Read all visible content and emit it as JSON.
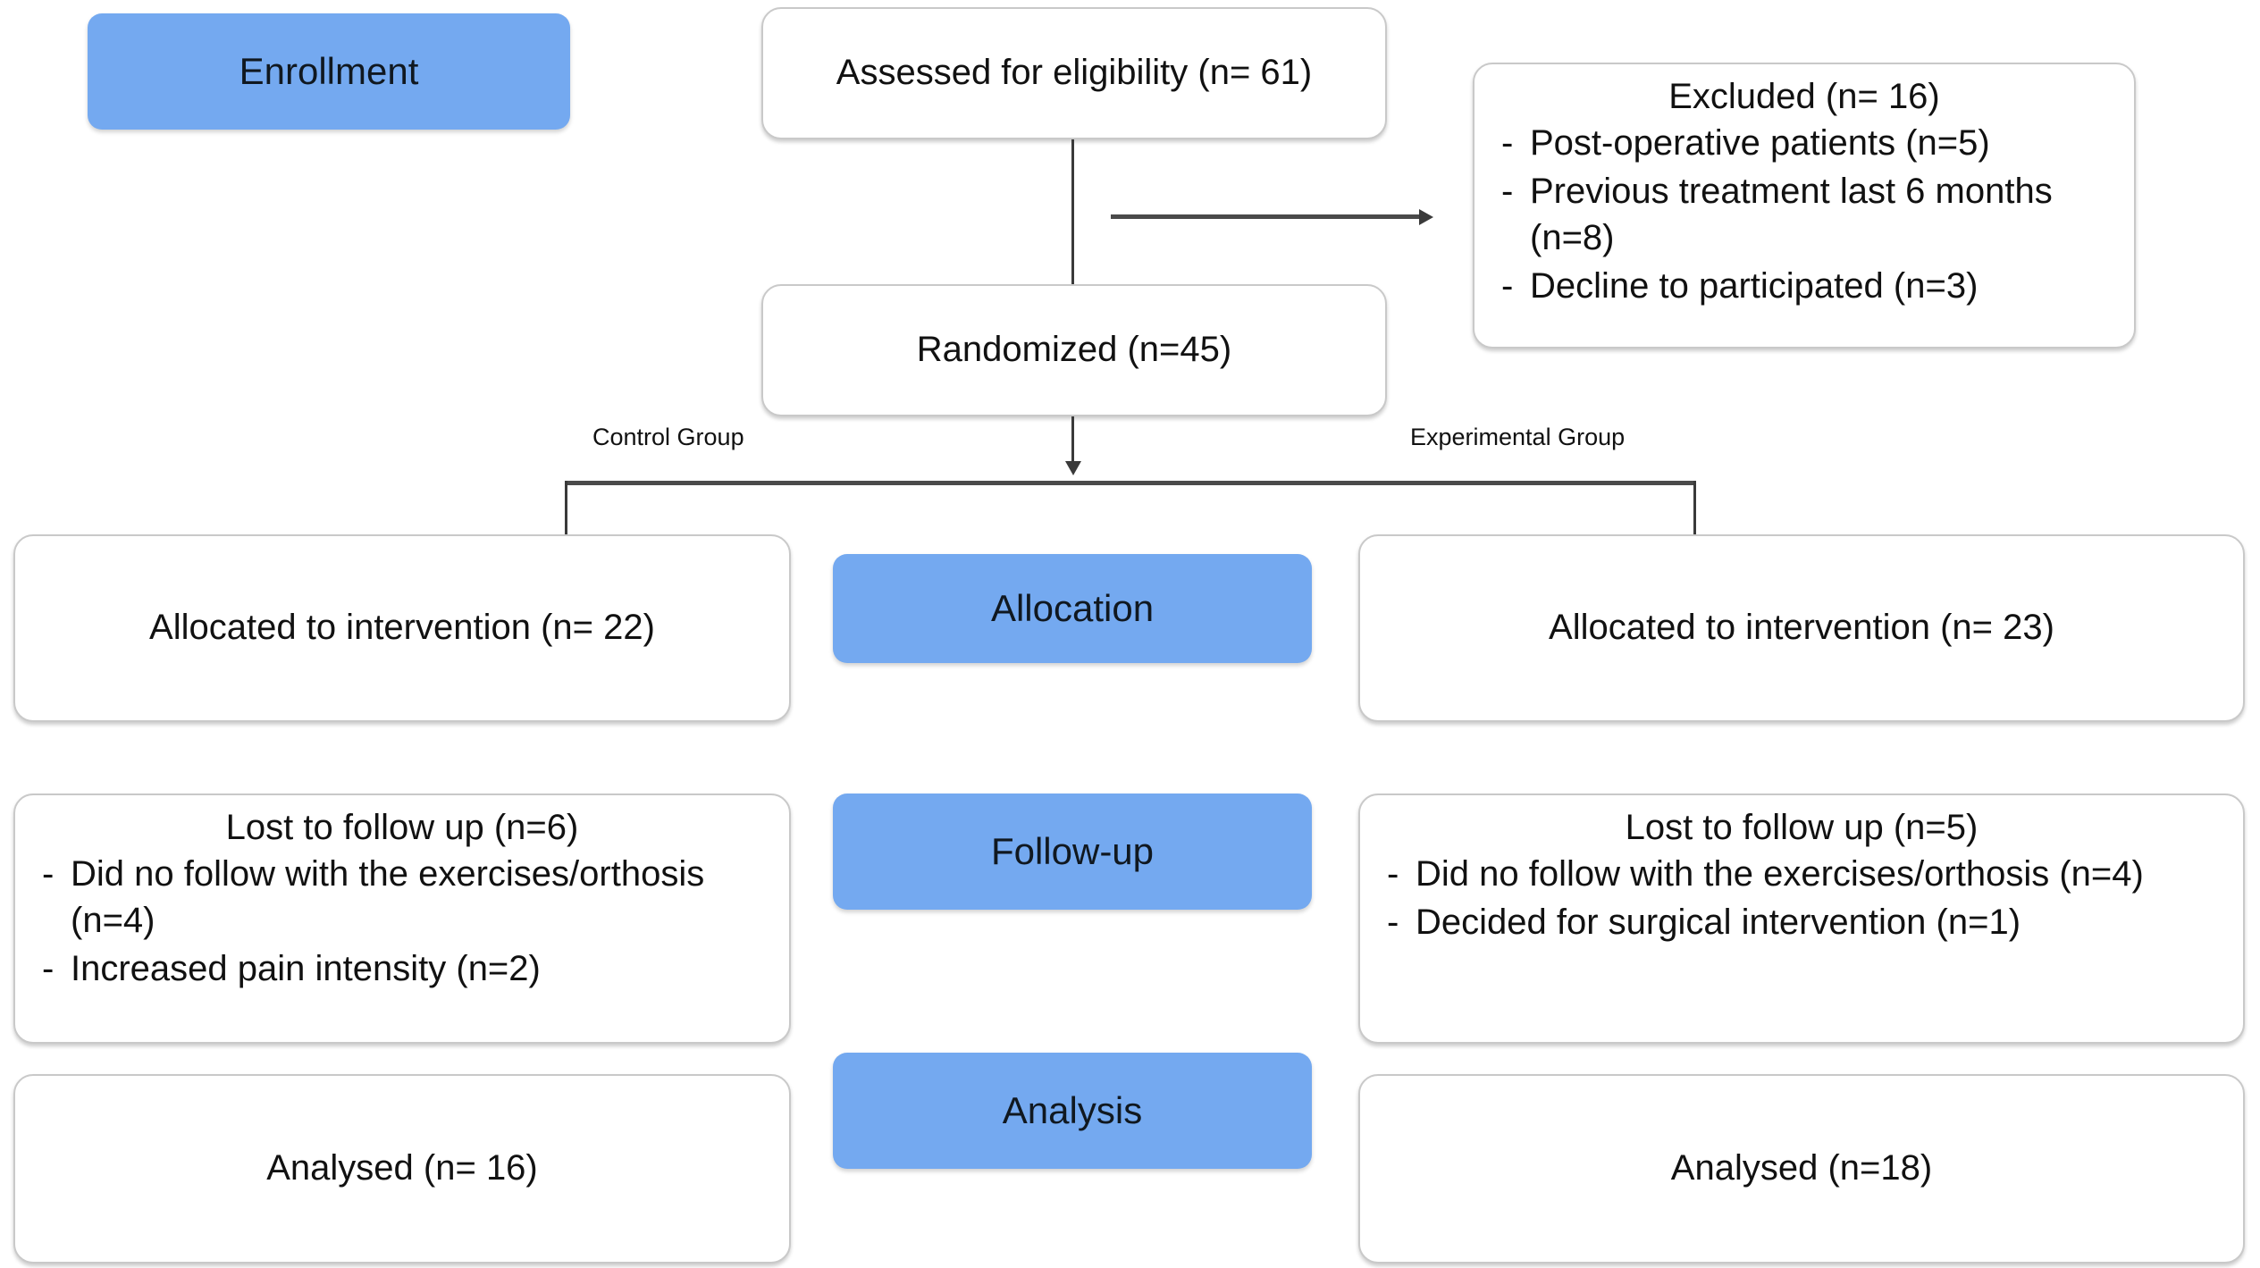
{
  "diagram": {
    "type": "CONSORT participant flow diagram",
    "stages": [
      {
        "id": "enrollment",
        "label": "Enrollment"
      },
      {
        "id": "allocation",
        "label": "Allocation"
      },
      {
        "id": "follow-up",
        "label": "Follow-up"
      },
      {
        "id": "analysis",
        "label": "Analysis"
      }
    ],
    "colors": {
      "banner_blue": "#74A9F0",
      "box_border": "#c9c9c9",
      "connector": "#3a3a3a",
      "text": "#111111",
      "background": "#ffffff"
    },
    "arm_labels": {
      "control": "Control Group",
      "experimental": "Experimental Group"
    },
    "nodes": {
      "assessed": {
        "text": "Assessed for eligibility (n= 61)",
        "n": 61
      },
      "excluded": {
        "header": "Excluded (n= 16)",
        "n": 16,
        "reasons": [
          {
            "text": "Post-operative patients (n=5)",
            "n": 5
          },
          {
            "text": "Previous treatment last 6 months (n=8)",
            "n": 8
          },
          {
            "text": "Decline to participated (n=3)",
            "n": 3
          }
        ]
      },
      "randomized": {
        "text": "Randomized (n=45)",
        "n": 45
      },
      "allocated_control": {
        "text": "Allocated to intervention (n= 22)",
        "n": 22
      },
      "allocated_experimental": {
        "text": "Allocated to intervention (n= 23)",
        "n": 23
      },
      "lost_control": {
        "header": "Lost to follow up (n=6)",
        "n": 6,
        "reasons": [
          {
            "text": "Did no follow with the exercises/orthosis (n=4)",
            "n": 4
          },
          {
            "text": "Increased pain intensity (n=2)",
            "n": 2
          }
        ]
      },
      "lost_experimental": {
        "header": "Lost to follow up (n=5)",
        "n": 5,
        "reasons": [
          {
            "text": "Did no follow with the exercises/orthosis (n=4)",
            "n": 4
          },
          {
            "text": "Decided for surgical intervention (n=1)",
            "n": 1
          }
        ]
      },
      "analysed_control": {
        "text": "Analysed (n= 16)",
        "n": 16
      },
      "analysed_experimental": {
        "text": "Analysed (n=18)",
        "n": 18
      }
    }
  }
}
